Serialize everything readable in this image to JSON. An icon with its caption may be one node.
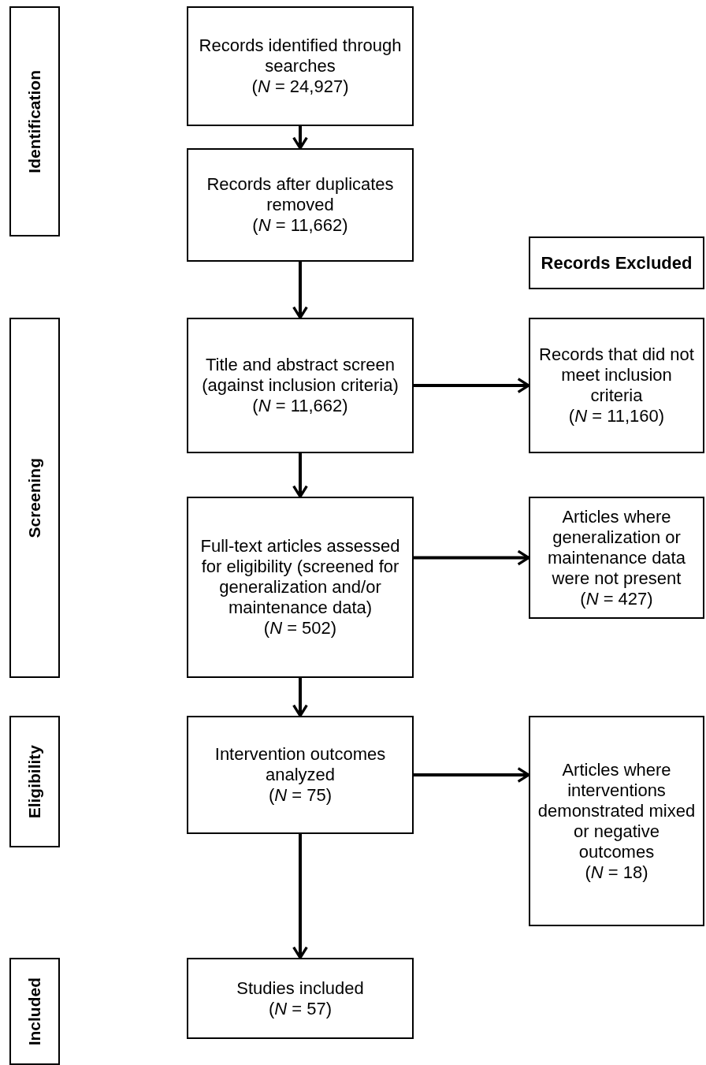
{
  "diagram": {
    "nodes": [
      {
        "text": [
          "Identification"
        ]
      },
      {
        "text": [
          "Records identified through searches",
          "(*N* = 24,927)"
        ]
      },
      {
        "text": [
          "Records after duplicates removed",
          "(*N* = 11,662)"
        ]
      },
      {
        "text": [
          "Records Excluded"
        ]
      },
      {
        "text": [
          "Screening"
        ]
      },
      {
        "text": [
          "Title and abstract screen (against inclusion criteria)",
          "(*N* = 11,662)"
        ]
      },
      {
        "text": [
          "Records that did not meet inclusion criteria",
          "(*N* = 11,160)"
        ]
      },
      {
        "text": [
          "Full-text articles assessed for eligibility (screened for generalization and/or maintenance data)",
          "(*N* = 502)"
        ]
      },
      {
        "text": [
          "Articles where generalization or maintenance data were not present",
          "(*N* = 427)"
        ]
      },
      {
        "text": [
          "Eligibility"
        ]
      },
      {
        "text": [
          "Intervention outcomes analyzed",
          "(*N* = 75)"
        ]
      },
      {
        "text": [
          "Articles where interventions demonstrated mixed or negative outcomes",
          "(*N* = 18)"
        ]
      },
      {
        "text": [
          "Included"
        ]
      },
      {
        "text": [
          "Studies included",
          "(*N* = 57)"
        ]
      }
    ],
    "edges": [
      {
        "from": 1,
        "to": 2,
        "arrow": "to"
      },
      {
        "from": 2,
        "to": 5,
        "arrow": "to"
      },
      {
        "from": 5,
        "to": 6,
        "arrow": "to"
      },
      {
        "from": 5,
        "to": 7,
        "arrow": "to"
      },
      {
        "from": 7,
        "to": 8,
        "arrow": "to"
      },
      {
        "from": 7,
        "to": 10,
        "arrow": "to"
      },
      {
        "from": 10,
        "to": 11,
        "arrow": "to"
      },
      {
        "from": 10,
        "to": 13,
        "arrow": "to"
      }
    ]
  }
}
